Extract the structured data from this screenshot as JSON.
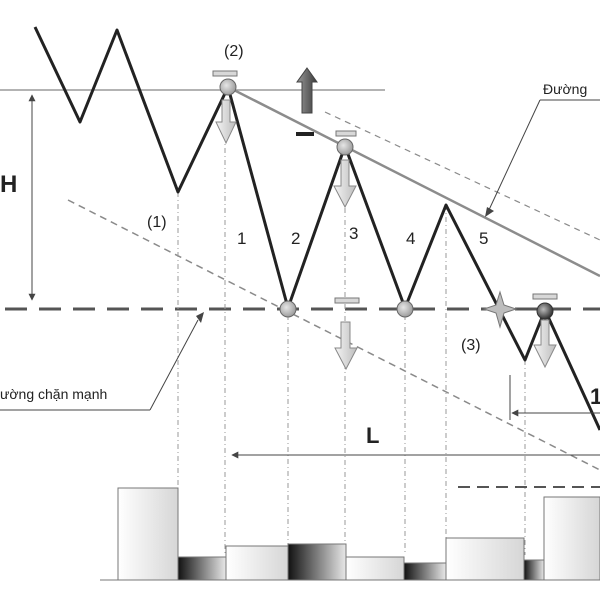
{
  "labels": {
    "point_2": "(2)",
    "point_1": "(1)",
    "point_3": "(3)",
    "seg_1": "1",
    "seg_2": "2",
    "seg_3": "3",
    "seg_4": "4",
    "seg_5": "5",
    "height": "H",
    "length": "L",
    "right_edge": "1"
  },
  "callouts": {
    "trendline": "Đường",
    "support": "ường chặn mạnh"
  }
}
